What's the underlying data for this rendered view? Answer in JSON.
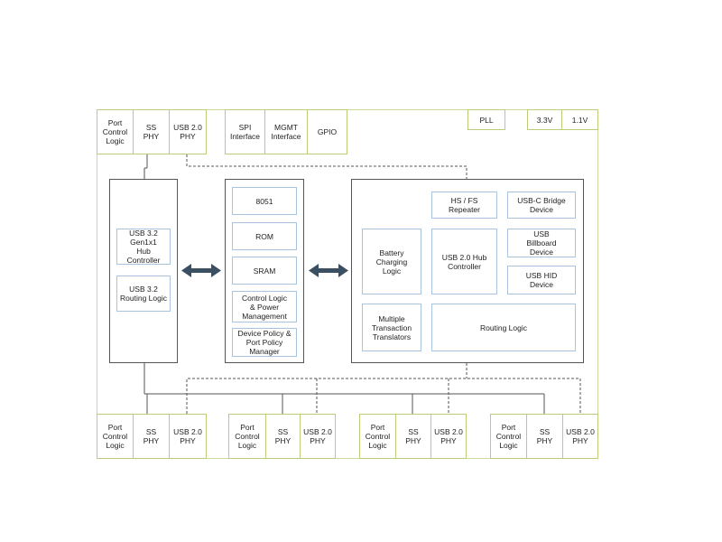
{
  "top_row": {
    "port_control_logic": "Port\nControl\nLogic",
    "ss_phy": "SS\nPHY",
    "usb20_phy": "USB 2.0\nPHY",
    "spi_interface": "SPI\nInterface",
    "mgmt_interface": "MGMT\nInterface",
    "gpio": "GPIO",
    "pll": "PLL",
    "v33": "3.3V",
    "v11": "1.1V"
  },
  "left_block": {
    "hub_controller": "USB 3.2 Gen1x1\nHub Controller",
    "routing_logic": "USB 3.2\nRouting Logic"
  },
  "middle_block": {
    "cpu": "8051",
    "rom": "ROM",
    "sram": "SRAM",
    "control_logic": "Control Logic\n& Power\nManagement",
    "device_policy": "Device Policy &\nPort Policy\nManager"
  },
  "right_block": {
    "hs_fs_repeater": "HS / FS\nRepeater",
    "usbc_bridge": "USB-C Bridge\nDevice",
    "battery_charging": "Battery\nCharging\nLogic",
    "usb20_hub_controller": "USB 2.0 Hub\nController",
    "billboard": "USB\nBillboard\nDevice",
    "hid_device": "USB HID\nDevice",
    "mtt": "Multiple\nTransaction\nTranslators",
    "routing_logic": "Routing Logic"
  },
  "bottom_ports": [
    {
      "port_control_logic": "Port\nControl\nLogic",
      "ss_phy": "SS\nPHY",
      "usb20_phy": "USB 2.0\nPHY"
    },
    {
      "port_control_logic": "Port\nControl\nLogic",
      "ss_phy": "SS\nPHY",
      "usb20_phy": "USB 2.0\nPHY"
    },
    {
      "port_control_logic": "Port\nControl\nLogic",
      "ss_phy": "SS\nPHY",
      "usb20_phy": "USB 2.0\nPHY"
    },
    {
      "port_control_logic": "Port\nControl\nLogic",
      "ss_phy": "SS\nPHY",
      "usb20_phy": "USB 2.0\nPHY"
    }
  ],
  "colors": {
    "outline_green": "#b8cc7a",
    "inner_blue": "#a9c4e0",
    "block_border": "#555555",
    "arrow": "#3b4f63"
  }
}
